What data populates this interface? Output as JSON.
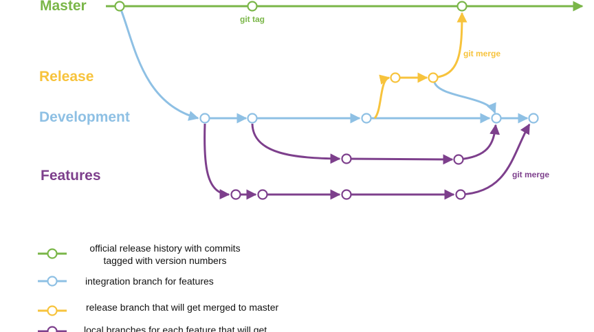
{
  "colors": {
    "master": "#7ab648",
    "release": "#f7c33c",
    "development": "#8ec0e4",
    "features": "#7d3f8c"
  },
  "branches": {
    "master": "Master",
    "release": "Release",
    "development": "Development",
    "features": "Features"
  },
  "annotations": {
    "git_tag": "git tag",
    "git_merge_release": "git merge",
    "git_merge_features": "git merge"
  },
  "legend": [
    {
      "branch": "master",
      "lines": [
        "official release history with commits",
        "tagged with version numbers"
      ]
    },
    {
      "branch": "development",
      "lines": [
        "integration branch for features"
      ]
    },
    {
      "branch": "release",
      "lines": [
        "release branch that will get merged to master"
      ]
    },
    {
      "branch": "features",
      "lines": [
        "local branches for each feature that will get"
      ]
    }
  ]
}
